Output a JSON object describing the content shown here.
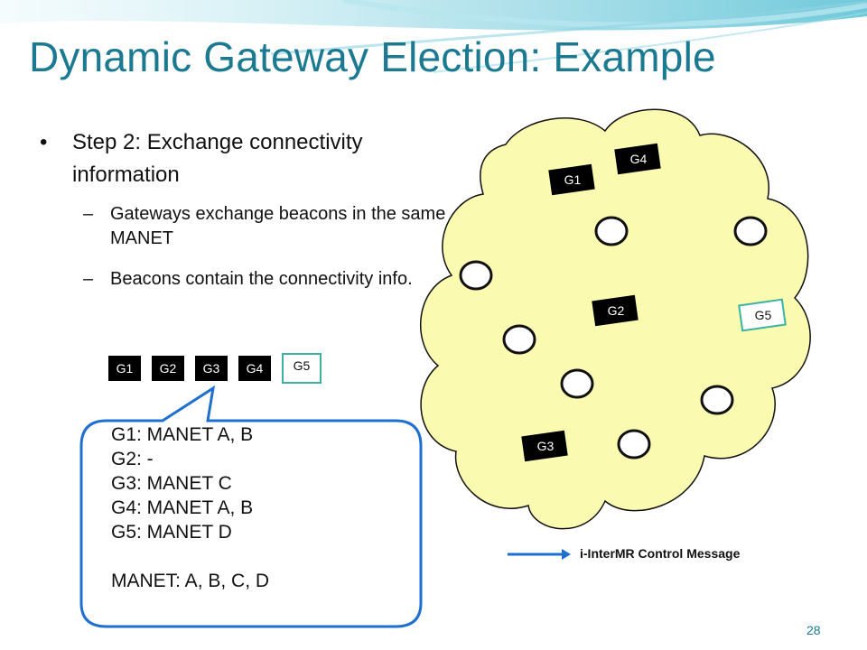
{
  "slide": {
    "title": "Dynamic Gateway Election: Example",
    "bullet": "Step 2: Exchange connectivity information",
    "subbullets": [
      "Gateways exchange beacons in the same MANET",
      "Beacons contain the connectivity info."
    ],
    "page_number": "28"
  },
  "beacon_row": [
    "G1",
    "G2",
    "G3",
    "G4",
    "G5"
  ],
  "callout": {
    "lines": [
      "G1: MANET A, B",
      "G2: -",
      "G3: MANET C",
      "G4: MANET A, B",
      "G5: MANET D",
      "",
      "MANET: A, B, C, D"
    ]
  },
  "cloud_gateways": [
    "G1",
    "G4",
    "G2",
    "G3",
    "G5"
  ],
  "legend": {
    "label": "i-InterMR  Control Message"
  },
  "colors": {
    "title": "#1b7a92",
    "cloud_fill": "#fafab0",
    "callout_border": "#1f6fd1",
    "arrow": "#1f6fd1",
    "green_gateway_border": "#3cb3a0"
  }
}
